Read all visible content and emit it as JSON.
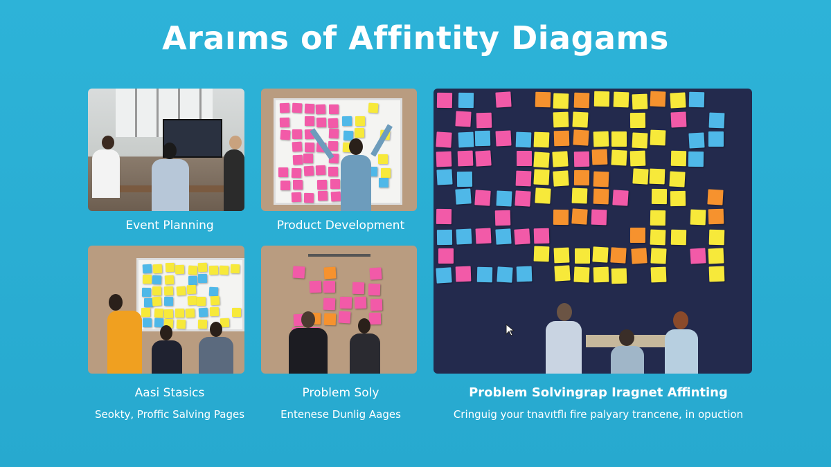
{
  "title": "Araıms of Affintity Diagams",
  "panels": [
    {
      "label": "Event Planning"
    },
    {
      "label": "Product Development"
    },
    {
      "label": "Aasi Stasics",
      "sublabel": "Seokty, Proffic Salving Pages"
    },
    {
      "label": "Problem Soly",
      "sublabel": "Entenese Dunlig Aages"
    },
    {
      "label": "Problem Solvingrap Iragnet Affinting",
      "sublabel": "Cringuig your tnavıtflı fire palyary trancene, in opuction"
    }
  ],
  "colors": {
    "background": "#2aaed3",
    "dark_panel": "#23284a",
    "notes": [
      "#f7e93a",
      "#f25aa8",
      "#4fb8e8",
      "#f6922e",
      "#ffffff",
      "#7fd66a"
    ]
  }
}
